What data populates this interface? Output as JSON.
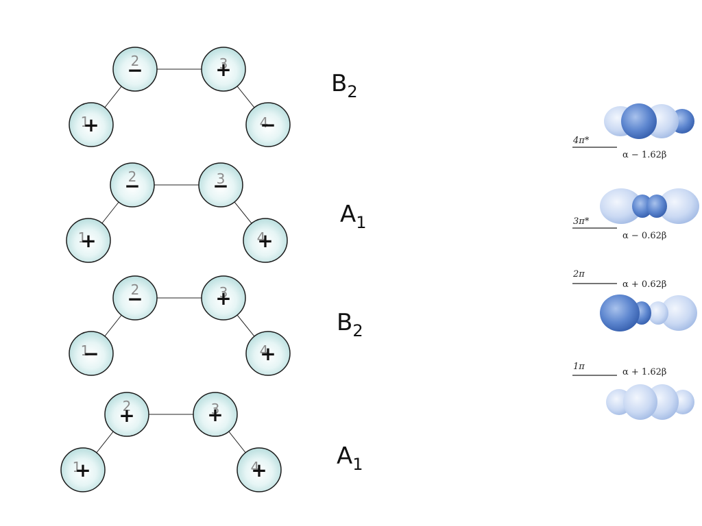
{
  "molecule_diagrams": [
    {
      "symmetry": "B",
      "symmetry_sub": "2",
      "atoms": [
        {
          "number": "1",
          "sign": "+"
        },
        {
          "number": "2",
          "sign": "−"
        },
        {
          "number": "3",
          "sign": "+"
        },
        {
          "number": "4",
          "sign": "−"
        }
      ]
    },
    {
      "symmetry": "A",
      "symmetry_sub": "1",
      "atoms": [
        {
          "number": "1",
          "sign": "+"
        },
        {
          "number": "2",
          "sign": "−"
        },
        {
          "number": "3",
          "sign": "−"
        },
        {
          "number": "4",
          "sign": "+"
        }
      ]
    },
    {
      "symmetry": "B",
      "symmetry_sub": "2",
      "atoms": [
        {
          "number": "1",
          "sign": "−"
        },
        {
          "number": "2",
          "sign": "−"
        },
        {
          "number": "3",
          "sign": "+"
        },
        {
          "number": "4",
          "sign": "+"
        }
      ]
    },
    {
      "symmetry": "A",
      "symmetry_sub": "1",
      "atoms": [
        {
          "number": "1",
          "sign": "+"
        },
        {
          "number": "2",
          "sign": "+"
        },
        {
          "number": "3",
          "sign": "+"
        },
        {
          "number": "4",
          "sign": "+"
        }
      ]
    }
  ],
  "mo_levels": [
    {
      "name": "4π*",
      "energy": "α − 1.62β"
    },
    {
      "name": "3π*",
      "energy": "α − 0.62β"
    },
    {
      "name": "2π",
      "energy": "α + 0.62β"
    },
    {
      "name": "1π",
      "energy": "α + 1.62β"
    }
  ],
  "colors": {
    "atom_fill": "#d6eeee",
    "atom_stroke": "#1a1a1a",
    "lobe_dark": "#3f6fc0",
    "lobe_light": "#c8d8f2"
  }
}
